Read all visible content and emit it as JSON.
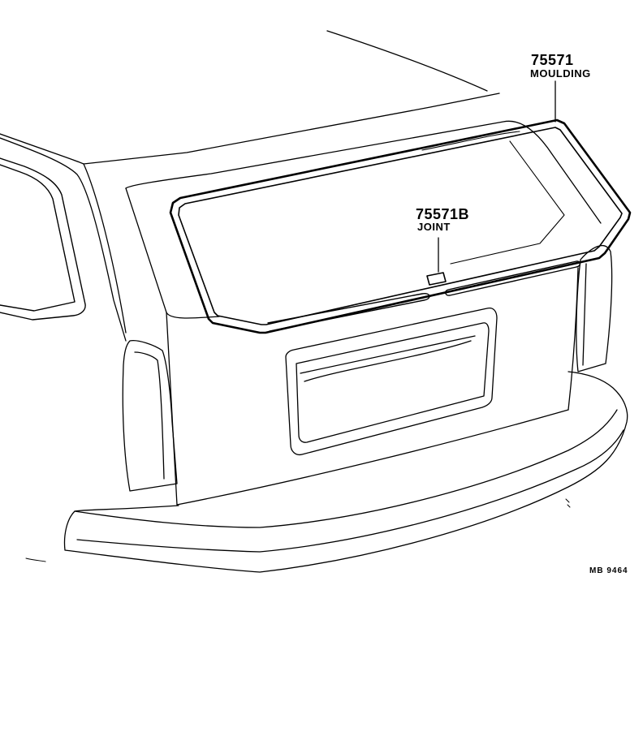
{
  "callouts": {
    "moulding": {
      "part_number": "75571",
      "part_name": "MOULDING"
    },
    "joint": {
      "part_number": "75571B",
      "part_name": "JOINT"
    }
  },
  "figure_code": "MB 9464"
}
